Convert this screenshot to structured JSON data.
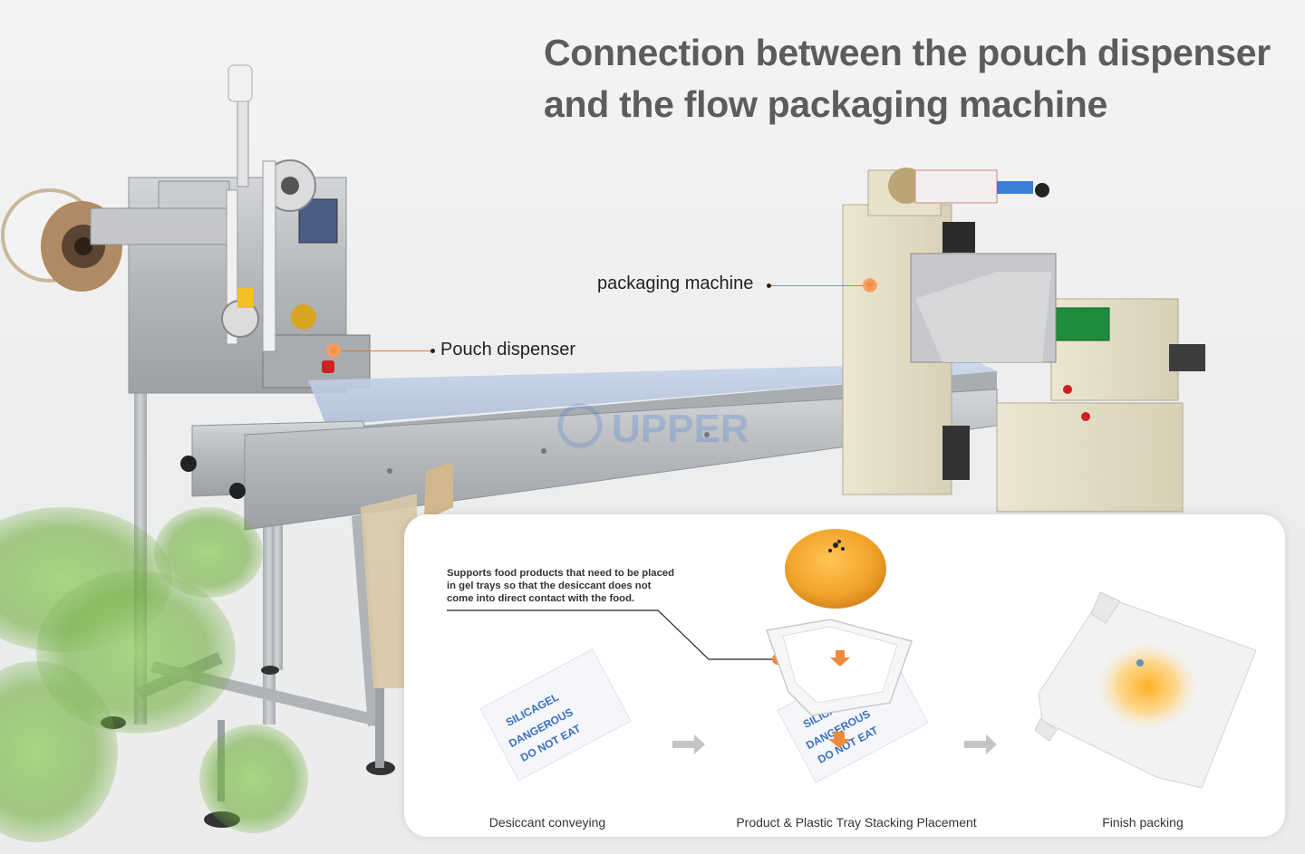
{
  "headline": {
    "line1": "Connection between the pouch dispenser",
    "line2": "and the flow packaging machine"
  },
  "callouts": {
    "packaging_machine": "packaging machine",
    "pouch_dispenser": "Pouch dispenser"
  },
  "panel": {
    "note": "Supports food products that need to be placed in gel trays so that the desiccant does not come into direct contact with the food.",
    "steps": [
      {
        "caption": "Desiccant conveying"
      },
      {
        "caption": "Product & Plastic Tray Stacking Placement"
      },
      {
        "caption": "Finish packing"
      }
    ],
    "sachet_text": [
      "SILICAGEL",
      "DANGEROUS",
      "DO NOT EAT"
    ]
  },
  "watermark": "UPPER",
  "colors": {
    "title": "#5c5c5c",
    "accent_orange": "#e07a2e",
    "steel": "#b9bcc0",
    "machine_beige": "#e2dbc4",
    "arrow_gray": "#c4c4c4",
    "sachet_blue": "#3a6fc0"
  }
}
